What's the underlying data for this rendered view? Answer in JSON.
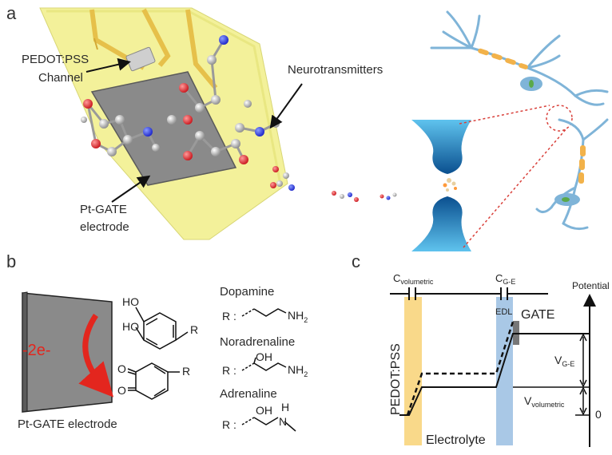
{
  "panels": {
    "a": "a",
    "b": "b",
    "c": "c"
  },
  "panel_a": {
    "channel_label_line1": "PEDOT:PSS",
    "channel_label_line2": "Channel",
    "neurotransmitters_label": "Neurotransmitters",
    "gate_label_line1": "Pt-GATE",
    "gate_label_line2": "electrode",
    "colors": {
      "device": "#f3f19a",
      "gold": "#e6c04a",
      "gate": "#8a8a8a",
      "synapse": "#2f8fd0",
      "neuron": "#7fb4d8",
      "myelin": "#f2b24a",
      "guide": "#d9403a"
    }
  },
  "panel_b": {
    "electrode_label": "Pt-GATE electrode",
    "electron_label": "-2e-",
    "ho1": "HO",
    "ho2": "HO",
    "r_top": "R",
    "r_bottom": "R",
    "o1": "O",
    "o2": "O",
    "dopamine": {
      "name": "Dopamine",
      "r": "R :",
      "nh2": "NH",
      "nh2_sub": "2"
    },
    "noradrenaline": {
      "name": "Noradrenaline",
      "r": "R :",
      "oh": "OH",
      "nh2": "NH",
      "nh2_sub": "2"
    },
    "adrenaline": {
      "name": "Adrenaline",
      "r": "R :",
      "oh": "OH",
      "h": "H",
      "n": "N"
    }
  },
  "panel_c": {
    "c_volumetric": "C",
    "c_volumetric_sub": "volumetric",
    "c_ge": "C",
    "c_ge_sub": "G-E",
    "potential": "Potential",
    "edl": "EDL",
    "gate": "GATE",
    "pedot": "PEDOT:PSS",
    "v_ge": "V",
    "v_ge_sub": "G-E",
    "v_vol": "V",
    "v_vol_sub": "volumetric",
    "zero": "0",
    "electrolyte": "Electrolyte",
    "colors": {
      "volumetric_band": "#f9d98a",
      "edl_band": "#a9c8e6"
    }
  }
}
